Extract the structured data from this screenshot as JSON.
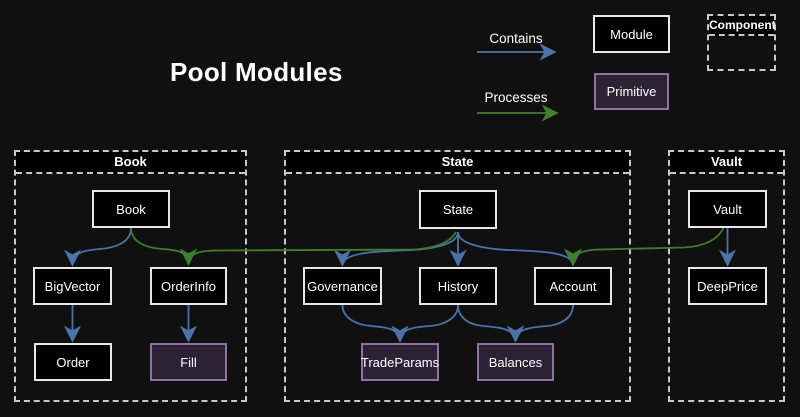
{
  "page": {
    "title": "Pool Modules"
  },
  "legend": {
    "contains_label": "Contains",
    "processes_label": "Processes",
    "module_label": "Module",
    "primitive_label": "Primitive",
    "component_label": "Component"
  },
  "containers": {
    "book": {
      "title": "Book"
    },
    "state": {
      "title": "State"
    },
    "vault": {
      "title": "Vault"
    }
  },
  "nodes": {
    "book": "Book",
    "bigvector": "BigVector",
    "orderinfo": "OrderInfo",
    "order": "Order",
    "fill": "Fill",
    "state": "State",
    "governance": "Governance",
    "history": "History",
    "account": "Account",
    "tradeparams": "TradeParams",
    "balances": "Balances",
    "vault": "Vault",
    "deepprice": "DeepPrice"
  },
  "edges": {
    "contains": [
      [
        "Book",
        "BigVector"
      ],
      [
        "BigVector",
        "Order"
      ],
      [
        "OrderInfo",
        "Fill"
      ],
      [
        "State",
        "Governance"
      ],
      [
        "State",
        "History"
      ],
      [
        "State",
        "Account"
      ],
      [
        "Governance",
        "TradeParams"
      ],
      [
        "History",
        "TradeParams"
      ],
      [
        "History",
        "Balances"
      ],
      [
        "Account",
        "Balances"
      ],
      [
        "Vault",
        "DeepPrice"
      ]
    ],
    "processes": [
      [
        "Book",
        "OrderInfo"
      ],
      [
        "State",
        "OrderInfo"
      ],
      [
        "Vault",
        "Account"
      ]
    ]
  },
  "node_types": {
    "module": [
      "Book",
      "BigVector",
      "OrderInfo",
      "Order",
      "State",
      "Governance",
      "History",
      "Account",
      "Vault",
      "DeepPrice"
    ],
    "primitive": [
      "Fill",
      "TradeParams",
      "Balances"
    ]
  },
  "colors": {
    "background": "#101010",
    "module_fill": "#000000",
    "module_border": "#e8e8e8",
    "primitive_fill": "#2c2135",
    "primitive_border": "#8d72a2",
    "container_border": "#c9c9c9",
    "contains_arrow": "#4a74a8",
    "processes_arrow": "#417d30",
    "text": "#ffffff"
  }
}
